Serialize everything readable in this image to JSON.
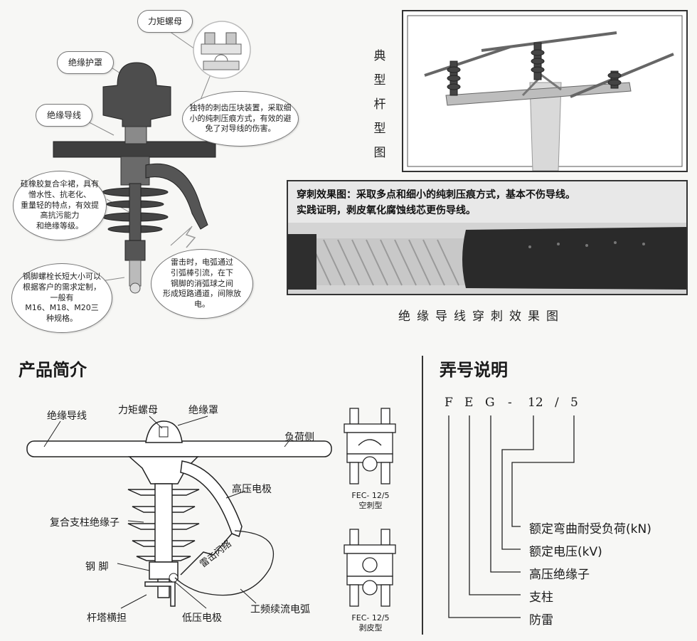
{
  "top_left_callouts": {
    "torque_nut": "力矩螺母",
    "insulation_cover": "绝缘护罩",
    "insulated_wire": "绝缘导线",
    "piercing_block": [
      "独特的刺齿压块装置，采取细",
      "小的纯刺压痕方式，有效的避",
      "免了对导线的伤害。"
    ],
    "silicone_skirt": [
      "硅橡胶复合伞裙，具有",
      "憎水性、抗老化、",
      "重量轻的特点，有效提",
      "高抗污能力",
      "和绝缘等级。"
    ],
    "steel_foot_bolt": [
      "钢脚螺栓长短大小可以",
      "根据客户的需求定制，",
      "一般有",
      "M16、M18、M20三",
      "种规格。"
    ],
    "lightning": [
      "雷击时，电弧通过",
      "引弧棒引流，在下",
      "钢脚的消弧球之间",
      "形成短路通道，间隙放",
      "电。"
    ]
  },
  "typical_pole": {
    "vertical_title": [
      "典",
      "型",
      "杆",
      "型",
      "图"
    ]
  },
  "piercing_effect": {
    "line1": "穿刺效果图：采取多点和细小的纯刺压痕方式，基本不伤导线。",
    "line2": "实践证明，剥皮氧化腐蚀线芯更伤导线。",
    "caption": "绝缘导线穿刺效果图"
  },
  "product_intro": {
    "heading": "产品简介",
    "labels": {
      "insulated_wire": "绝缘导线",
      "torque_nut": "力矩螺母",
      "insulation_cover": "绝缘罩",
      "load_side": "负荷侧",
      "hv_electrode": "高压电极",
      "composite_insulator": "复合支柱绝缘子",
      "steel_foot": "钢 脚",
      "flashover": "雷击闪络",
      "tower_crossarm": "杆塔横担",
      "lv_electrode": "低压电极",
      "follow_arc": "工频续流电弧"
    },
    "fec_piercing": [
      "FEC- 12/5",
      "空刺型"
    ],
    "fec_stripping": [
      "FEC- 12/5",
      "剥皮型"
    ]
  },
  "model_description": {
    "heading": "弄号说明",
    "code": [
      "F",
      "E",
      "G",
      "-",
      "12",
      "/",
      "5"
    ],
    "legend": [
      "额定弯曲耐受负荷(kN)",
      "额定电压(kV)",
      "高压绝缘子",
      "支柱",
      "防雷"
    ]
  },
  "colors": {
    "insulator": "#4a4a4a",
    "wire": "#cfcfcf",
    "frame": "#333333"
  }
}
